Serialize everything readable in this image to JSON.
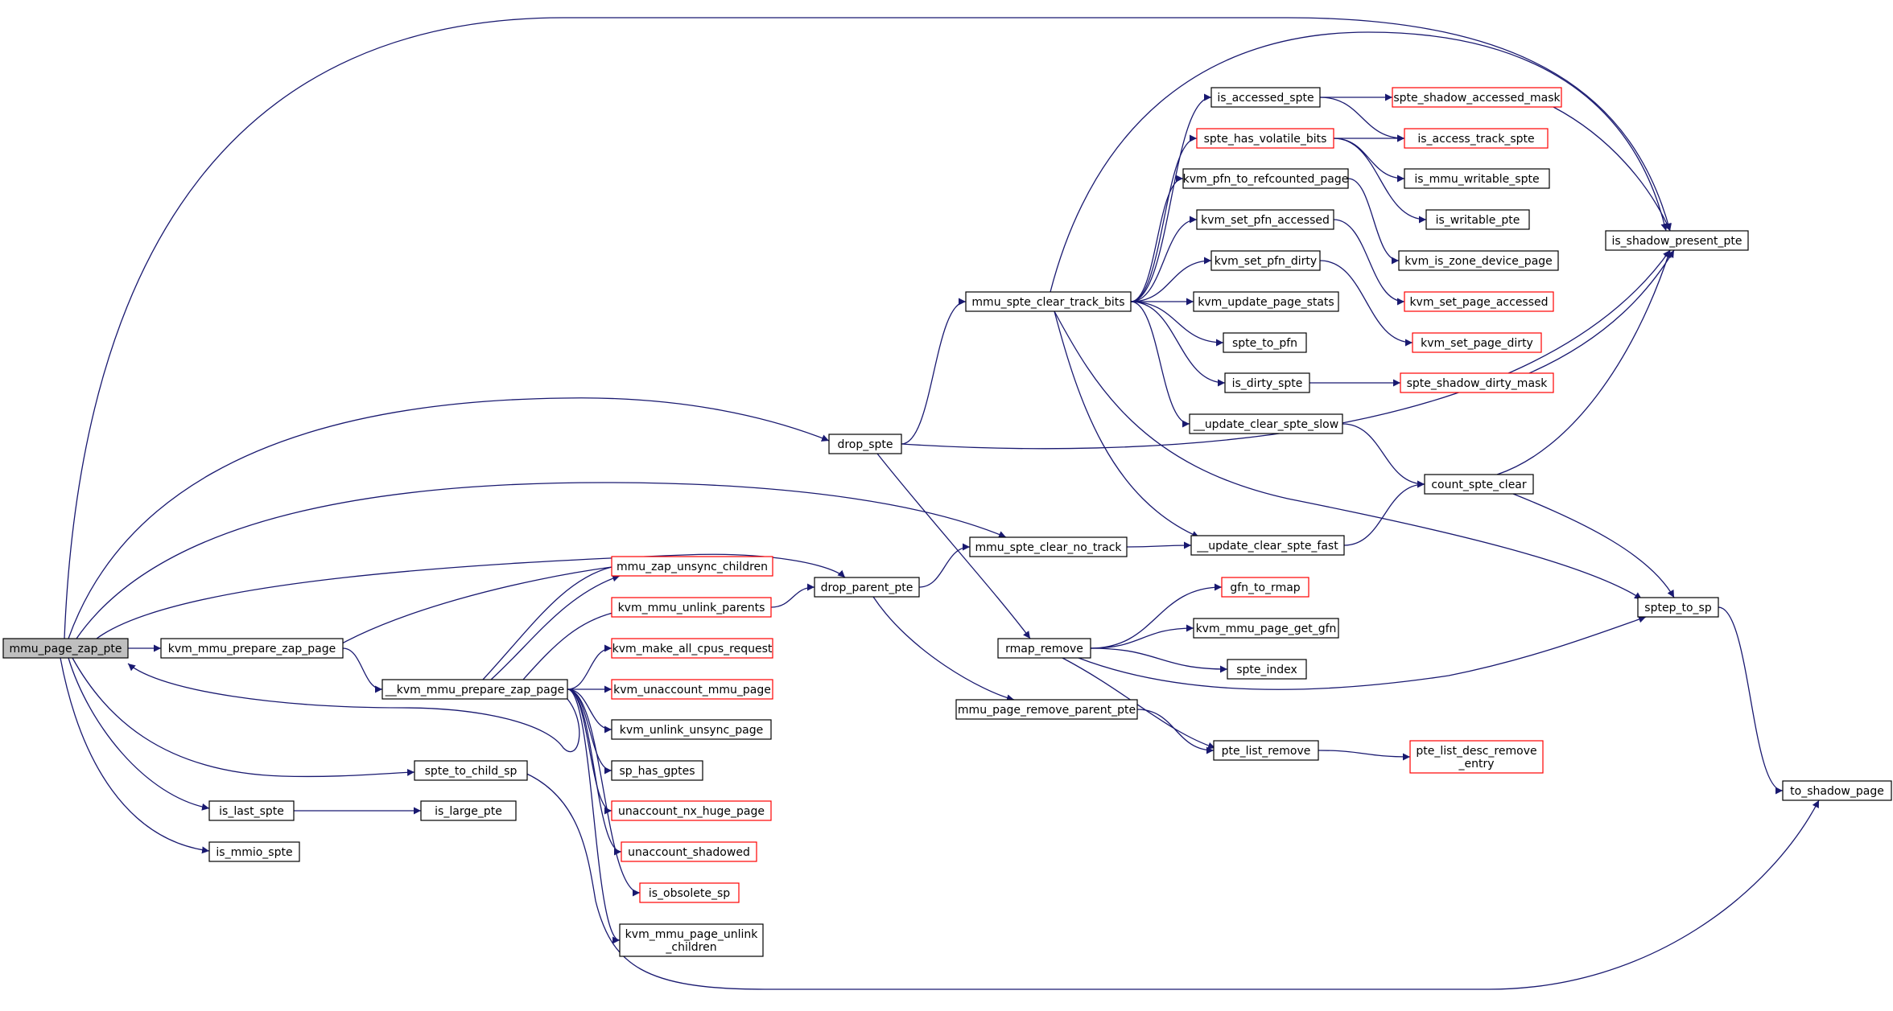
{
  "colors": {
    "edge": "#191970",
    "node_border_normal": "#000000",
    "node_border_truncated": "#ff0000",
    "node_fill": "#ffffff",
    "root_fill": "#bfbfbf"
  },
  "nodes": [
    {
      "id": "mmu_page_zap_pte",
      "lines": [
        "mmu_page_zap_pte"
      ],
      "style": "root"
    },
    {
      "id": "kvm_mmu_prepare_zap_page",
      "lines": [
        "kvm_mmu_prepare_zap_page"
      ],
      "style": "normal"
    },
    {
      "id": "__kvm_mmu_prepare_zap_page",
      "lines": [
        "__kvm_mmu_prepare_zap_page"
      ],
      "style": "normal"
    },
    {
      "id": "spte_to_child_sp",
      "lines": [
        "spte_to_child_sp"
      ],
      "style": "normal"
    },
    {
      "id": "is_last_spte",
      "lines": [
        "is_last_spte"
      ],
      "style": "normal"
    },
    {
      "id": "is_large_pte",
      "lines": [
        "is_large_pte"
      ],
      "style": "normal"
    },
    {
      "id": "is_mmio_spte",
      "lines": [
        "is_mmio_spte"
      ],
      "style": "normal"
    },
    {
      "id": "mmu_zap_unsync_children",
      "lines": [
        "mmu_zap_unsync_children"
      ],
      "style": "truncated"
    },
    {
      "id": "kvm_mmu_unlink_parents",
      "lines": [
        "kvm_mmu_unlink_parents"
      ],
      "style": "truncated"
    },
    {
      "id": "kvm_make_all_cpus_request",
      "lines": [
        "kvm_make_all_cpus_request"
      ],
      "style": "truncated"
    },
    {
      "id": "kvm_unaccount_mmu_page",
      "lines": [
        "kvm_unaccount_mmu_page"
      ],
      "style": "truncated"
    },
    {
      "id": "kvm_unlink_unsync_page",
      "lines": [
        "kvm_unlink_unsync_page"
      ],
      "style": "normal"
    },
    {
      "id": "sp_has_gptes",
      "lines": [
        "sp_has_gptes"
      ],
      "style": "normal"
    },
    {
      "id": "unaccount_nx_huge_page",
      "lines": [
        "unaccount_nx_huge_page"
      ],
      "style": "truncated"
    },
    {
      "id": "unaccount_shadowed",
      "lines": [
        "unaccount_shadowed"
      ],
      "style": "truncated"
    },
    {
      "id": "is_obsolete_sp",
      "lines": [
        "is_obsolete_sp"
      ],
      "style": "truncated"
    },
    {
      "id": "kvm_mmu_page_unlink_children",
      "lines": [
        "kvm_mmu_page_unlink",
        "_children"
      ],
      "style": "normal"
    },
    {
      "id": "drop_parent_pte",
      "lines": [
        "drop_parent_pte"
      ],
      "style": "normal"
    },
    {
      "id": "drop_spte",
      "lines": [
        "drop_spte"
      ],
      "style": "normal"
    },
    {
      "id": "mmu_spte_clear_track_bits",
      "lines": [
        "mmu_spte_clear_track_bits"
      ],
      "style": "normal"
    },
    {
      "id": "mmu_spte_clear_no_track",
      "lines": [
        "mmu_spte_clear_no_track"
      ],
      "style": "normal"
    },
    {
      "id": "rmap_remove",
      "lines": [
        "rmap_remove"
      ],
      "style": "normal"
    },
    {
      "id": "mmu_page_remove_parent_pte",
      "lines": [
        "mmu_page_remove_parent_pte"
      ],
      "style": "normal"
    },
    {
      "id": "is_accessed_spte",
      "lines": [
        "is_accessed_spte"
      ],
      "style": "normal"
    },
    {
      "id": "spte_has_volatile_bits",
      "lines": [
        "spte_has_volatile_bits"
      ],
      "style": "truncated"
    },
    {
      "id": "kvm_pfn_to_refcounted_page",
      "lines": [
        "kvm_pfn_to_refcounted_page"
      ],
      "style": "normal"
    },
    {
      "id": "kvm_set_pfn_accessed",
      "lines": [
        "kvm_set_pfn_accessed"
      ],
      "style": "normal"
    },
    {
      "id": "kvm_set_pfn_dirty",
      "lines": [
        "kvm_set_pfn_dirty"
      ],
      "style": "normal"
    },
    {
      "id": "kvm_update_page_stats",
      "lines": [
        "kvm_update_page_stats"
      ],
      "style": "normal"
    },
    {
      "id": "spte_to_pfn",
      "lines": [
        "spte_to_pfn"
      ],
      "style": "normal"
    },
    {
      "id": "is_dirty_spte",
      "lines": [
        "is_dirty_spte"
      ],
      "style": "normal"
    },
    {
      "id": "__update_clear_spte_slow",
      "lines": [
        "__update_clear_spte_slow"
      ],
      "style": "normal"
    },
    {
      "id": "__update_clear_spte_fast",
      "lines": [
        "__update_clear_spte_fast"
      ],
      "style": "normal"
    },
    {
      "id": "gfn_to_rmap",
      "lines": [
        "gfn_to_rmap"
      ],
      "style": "truncated"
    },
    {
      "id": "kvm_mmu_page_get_gfn",
      "lines": [
        "kvm_mmu_page_get_gfn"
      ],
      "style": "normal"
    },
    {
      "id": "spte_index",
      "lines": [
        "spte_index"
      ],
      "style": "normal"
    },
    {
      "id": "pte_list_remove",
      "lines": [
        "pte_list_remove"
      ],
      "style": "normal"
    },
    {
      "id": "spte_shadow_accessed_mask",
      "lines": [
        "spte_shadow_accessed_mask"
      ],
      "style": "truncated"
    },
    {
      "id": "is_access_track_spte",
      "lines": [
        "is_access_track_spte"
      ],
      "style": "truncated"
    },
    {
      "id": "is_mmu_writable_spte",
      "lines": [
        "is_mmu_writable_spte"
      ],
      "style": "normal"
    },
    {
      "id": "is_writable_pte",
      "lines": [
        "is_writable_pte"
      ],
      "style": "normal"
    },
    {
      "id": "kvm_is_zone_device_page",
      "lines": [
        "kvm_is_zone_device_page"
      ],
      "style": "normal"
    },
    {
      "id": "kvm_set_page_accessed",
      "lines": [
        "kvm_set_page_accessed"
      ],
      "style": "truncated"
    },
    {
      "id": "kvm_set_page_dirty",
      "lines": [
        "kvm_set_page_dirty"
      ],
      "style": "truncated"
    },
    {
      "id": "spte_shadow_dirty_mask",
      "lines": [
        "spte_shadow_dirty_mask"
      ],
      "style": "truncated"
    },
    {
      "id": "count_spte_clear",
      "lines": [
        "count_spte_clear"
      ],
      "style": "normal"
    },
    {
      "id": "pte_list_desc_remove_entry",
      "lines": [
        "pte_list_desc_remove",
        "_entry"
      ],
      "style": "truncated"
    },
    {
      "id": "is_shadow_present_pte",
      "lines": [
        "is_shadow_present_pte"
      ],
      "style": "normal"
    },
    {
      "id": "sptep_to_sp",
      "lines": [
        "sptep_to_sp"
      ],
      "style": "normal"
    },
    {
      "id": "to_shadow_page",
      "lines": [
        "to_shadow_page"
      ],
      "style": "normal"
    }
  ],
  "edges": [
    [
      "mmu_page_zap_pte",
      "kvm_mmu_prepare_zap_page"
    ],
    [
      "mmu_page_zap_pte",
      "spte_to_child_sp"
    ],
    [
      "mmu_page_zap_pte",
      "is_last_spte"
    ],
    [
      "mmu_page_zap_pte",
      "is_mmio_spte"
    ],
    [
      "mmu_page_zap_pte",
      "drop_spte"
    ],
    [
      "mmu_page_zap_pte",
      "drop_parent_pte"
    ],
    [
      "mmu_page_zap_pte",
      "mmu_spte_clear_no_track"
    ],
    [
      "mmu_page_zap_pte",
      "is_shadow_present_pte"
    ],
    [
      "kvm_mmu_prepare_zap_page",
      "__kvm_mmu_prepare_zap_page"
    ],
    [
      "__kvm_mmu_prepare_zap_page",
      "kvm_mmu_prepare_zap_page"
    ],
    [
      "__kvm_mmu_prepare_zap_page",
      "mmu_page_zap_pte"
    ],
    [
      "__kvm_mmu_prepare_zap_page",
      "mmu_zap_unsync_children"
    ],
    [
      "__kvm_mmu_prepare_zap_page",
      "kvm_mmu_unlink_parents"
    ],
    [
      "__kvm_mmu_prepare_zap_page",
      "kvm_make_all_cpus_request"
    ],
    [
      "__kvm_mmu_prepare_zap_page",
      "kvm_unaccount_mmu_page"
    ],
    [
      "__kvm_mmu_prepare_zap_page",
      "kvm_unlink_unsync_page"
    ],
    [
      "__kvm_mmu_prepare_zap_page",
      "sp_has_gptes"
    ],
    [
      "__kvm_mmu_prepare_zap_page",
      "unaccount_nx_huge_page"
    ],
    [
      "__kvm_mmu_prepare_zap_page",
      "unaccount_shadowed"
    ],
    [
      "__kvm_mmu_prepare_zap_page",
      "is_obsolete_sp"
    ],
    [
      "__kvm_mmu_prepare_zap_page",
      "kvm_mmu_page_unlink_children"
    ],
    [
      "spte_to_child_sp",
      "to_shadow_page"
    ],
    [
      "is_last_spte",
      "is_large_pte"
    ],
    [
      "kvm_mmu_unlink_parents",
      "drop_parent_pte"
    ],
    [
      "drop_parent_pte",
      "mmu_spte_clear_no_track"
    ],
    [
      "drop_parent_pte",
      "mmu_page_remove_parent_pte"
    ],
    [
      "drop_spte",
      "mmu_spte_clear_track_bits"
    ],
    [
      "drop_spte",
      "rmap_remove"
    ],
    [
      "drop_spte",
      "is_shadow_present_pte"
    ],
    [
      "mmu_spte_clear_track_bits",
      "is_accessed_spte"
    ],
    [
      "mmu_spte_clear_track_bits",
      "spte_has_volatile_bits"
    ],
    [
      "mmu_spte_clear_track_bits",
      "kvm_pfn_to_refcounted_page"
    ],
    [
      "mmu_spte_clear_track_bits",
      "kvm_set_pfn_accessed"
    ],
    [
      "mmu_spte_clear_track_bits",
      "kvm_set_pfn_dirty"
    ],
    [
      "mmu_spte_clear_track_bits",
      "kvm_update_page_stats"
    ],
    [
      "mmu_spte_clear_track_bits",
      "spte_to_pfn"
    ],
    [
      "mmu_spte_clear_track_bits",
      "is_dirty_spte"
    ],
    [
      "mmu_spte_clear_track_bits",
      "__update_clear_spte_slow"
    ],
    [
      "mmu_spte_clear_track_bits",
      "__update_clear_spte_fast"
    ],
    [
      "mmu_spte_clear_track_bits",
      "is_shadow_present_pte"
    ],
    [
      "mmu_spte_clear_track_bits",
      "sptep_to_sp"
    ],
    [
      "mmu_spte_clear_no_track",
      "__update_clear_spte_fast"
    ],
    [
      "rmap_remove",
      "gfn_to_rmap"
    ],
    [
      "rmap_remove",
      "kvm_mmu_page_get_gfn"
    ],
    [
      "rmap_remove",
      "spte_index"
    ],
    [
      "rmap_remove",
      "pte_list_remove"
    ],
    [
      "rmap_remove",
      "sptep_to_sp"
    ],
    [
      "mmu_page_remove_parent_pte",
      "pte_list_remove"
    ],
    [
      "is_accessed_spte",
      "spte_shadow_accessed_mask"
    ],
    [
      "is_accessed_spte",
      "is_access_track_spte"
    ],
    [
      "spte_has_volatile_bits",
      "is_access_track_spte"
    ],
    [
      "spte_has_volatile_bits",
      "is_mmu_writable_spte"
    ],
    [
      "spte_has_volatile_bits",
      "is_writable_pte"
    ],
    [
      "kvm_pfn_to_refcounted_page",
      "kvm_is_zone_device_page"
    ],
    [
      "kvm_set_pfn_accessed",
      "kvm_set_page_accessed"
    ],
    [
      "kvm_set_pfn_dirty",
      "kvm_set_page_dirty"
    ],
    [
      "is_dirty_spte",
      "spte_shadow_dirty_mask"
    ],
    [
      "__update_clear_spte_slow",
      "count_spte_clear"
    ],
    [
      "__update_clear_spte_fast",
      "count_spte_clear"
    ],
    [
      "pte_list_remove",
      "pte_list_desc_remove_entry"
    ],
    [
      "spte_shadow_accessed_mask",
      "is_shadow_present_pte"
    ],
    [
      "spte_shadow_dirty_mask",
      "is_shadow_present_pte"
    ],
    [
      "count_spte_clear",
      "is_shadow_present_pte"
    ],
    [
      "count_spte_clear",
      "sptep_to_sp"
    ],
    [
      "sptep_to_sp",
      "to_shadow_page"
    ]
  ]
}
